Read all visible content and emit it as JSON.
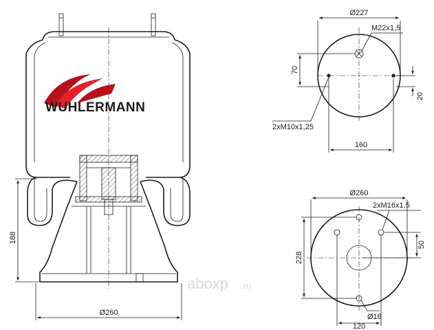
{
  "brand": {
    "name": "WUHLERMANN",
    "colors": {
      "swoosh_dark": "#b5121b",
      "swoosh_light": "#e3202b",
      "text": "#1a1a1a"
    }
  },
  "watermark": {
    "text": "aboxp",
    "suffix": ".ru"
  },
  "side_view": {
    "height_label": "188",
    "base_diameter_label": "Ø260"
  },
  "top_plate": {
    "diameter_label": "Ø227",
    "center_thread_label": "M22x1,5",
    "offset_label": "70",
    "small_offset_label": "20",
    "studs_label": "2xM10x1,25",
    "spacing_label": "160"
  },
  "bottom_plate": {
    "diameter_label": "Ø260",
    "thread_label": "2xM16x1,5",
    "offset_label": "50",
    "height_label": "228",
    "hole_label": "Ø16",
    "spacing_label": "120"
  }
}
